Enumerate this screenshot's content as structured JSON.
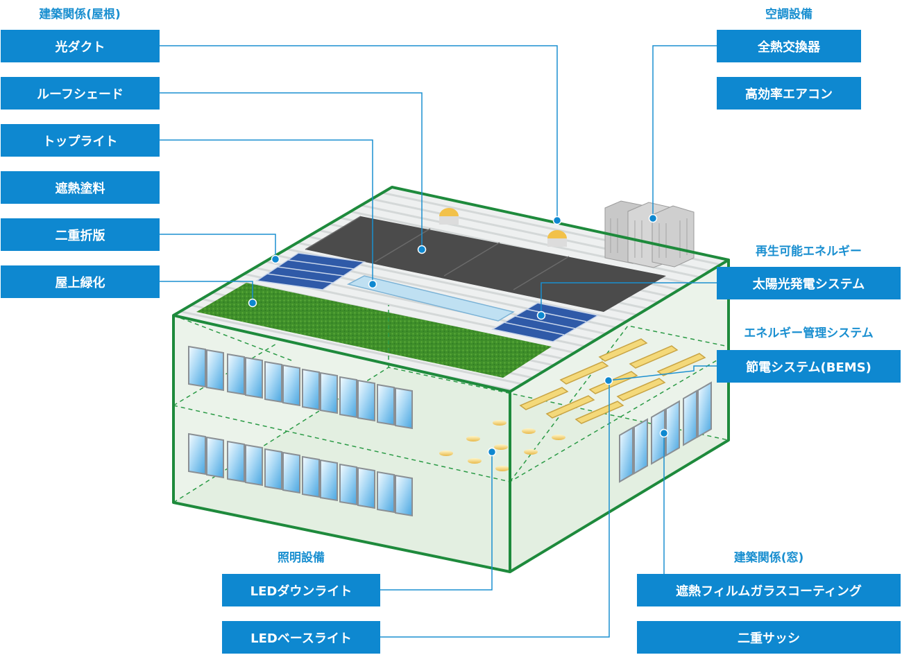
{
  "groups": {
    "roof": "建築関係(屋根)",
    "hvac": "空調設備",
    "renewable": "再生可能エネルギー",
    "ems": "エネルギー管理システム",
    "lighting": "照明設備",
    "window": "建築関係(窓)"
  },
  "items": {
    "light_duct": "光ダクト",
    "roof_shade": "ルーフシェード",
    "top_light": "トップライト",
    "heat_paint": "遮熱塗料",
    "double_fold": "二重折版",
    "rooftop_green": "屋上緑化",
    "heat_exchanger": "全熱交換器",
    "high_eff_ac": "高効率エアコン",
    "solar": "太陽光発電システム",
    "bems": "節電システム(BEMS)",
    "led_down": "LEDダウンライト",
    "led_base": "LEDベースライト",
    "heat_film": "遮熱フィルムガラスコーティング",
    "double_sash": "二重サッシ"
  },
  "colors": {
    "accent": "#0e88d0",
    "heading": "#1a8fd0",
    "building_outline": "#1e8a3c",
    "green_roof": "#3f8f2a",
    "solar_panel": "#2f5aa8",
    "roof_shade": "#4a4a4a"
  }
}
